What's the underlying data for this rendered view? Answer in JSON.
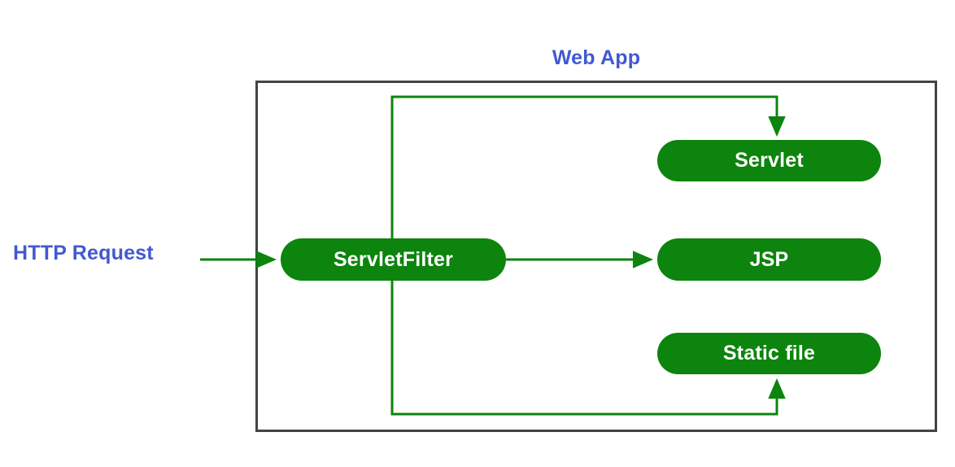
{
  "diagram": {
    "title": "Web App",
    "external_label": "HTTP Request",
    "accent_blue": "#4259d0",
    "node_green": "#0d840d",
    "border_gray": "#434343",
    "nodes": [
      {
        "id": "servletfilter",
        "label": "ServletFilter"
      },
      {
        "id": "servlet",
        "label": "Servlet"
      },
      {
        "id": "jsp",
        "label": "JSP"
      },
      {
        "id": "staticfile",
        "label": "Static file"
      }
    ],
    "edges": [
      {
        "from": "HTTP Request",
        "to": "ServletFilter",
        "label": ""
      },
      {
        "from": "ServletFilter",
        "to": "JSP",
        "label": ""
      },
      {
        "from": "ServletFilter",
        "to": "Servlet",
        "label": ""
      },
      {
        "from": "ServletFilter",
        "to": "Static file",
        "label": ""
      }
    ]
  }
}
